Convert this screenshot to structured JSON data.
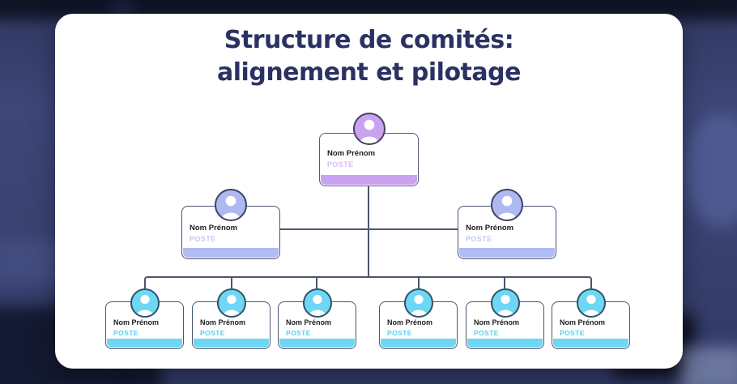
{
  "title": {
    "line1": "Structure de comités:",
    "line2": "alignement et pilotage"
  },
  "chart": {
    "type": "org-chart",
    "nodes": [
      {
        "name": "Nom Prénom",
        "role": "POSTE",
        "level": 1
      },
      {
        "name": "Nom Prénom",
        "role": "POSTE",
        "level": 2
      },
      {
        "name": "Nom Prénom",
        "role": "POSTE",
        "level": 2
      },
      {
        "name": "Nom Prénom",
        "role": "POSTE",
        "level": 3
      },
      {
        "name": "Nom Prénom",
        "role": "POSTE",
        "level": 3
      },
      {
        "name": "Nom Prénom",
        "role": "POSTE",
        "level": 3
      },
      {
        "name": "Nom Prénom",
        "role": "POSTE",
        "level": 3
      },
      {
        "name": "Nom Prénom",
        "role": "POSTE",
        "level": 3
      },
      {
        "name": "Nom Prénom",
        "role": "POSTE",
        "level": 3
      }
    ]
  },
  "colors": {
    "background_tint": "#3a4271",
    "panel": "#ffffff",
    "title_text": "#2b3162",
    "connector": "#4d5470",
    "name_text": "#1d1d1f",
    "level1_accent": "#c9a3ef",
    "level1_role_text": "#d9bcf6",
    "level2_accent": "#b0bcf3",
    "level2_role_text": "#bfcaf8",
    "level3_accent": "#6ed7f3",
    "level3_role_text": "#59cff0"
  }
}
